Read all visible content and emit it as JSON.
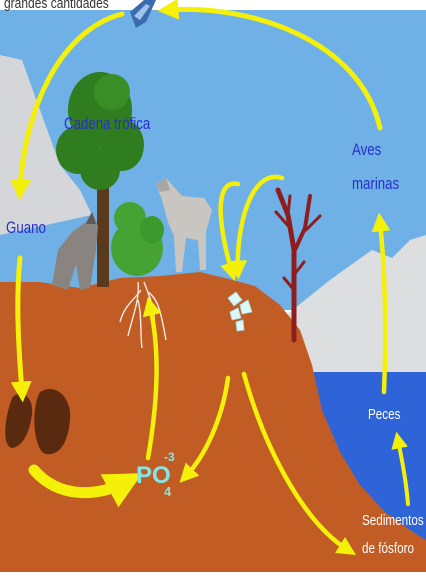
{
  "labels": {
    "top_cut": "grandes cantidades",
    "cadena_trofica": "Cadena trófica",
    "aves_line1": "Aves",
    "aves_line2": "marinas",
    "guano": "Guano",
    "peces": "Peces",
    "sedimentos_line1": "Sedimentos",
    "sedimentos_line2": "de fósforo",
    "phosphate_base": "PO",
    "phosphate_sup": "-3",
    "phosphate_sub": "4"
  },
  "colors": {
    "sky": "#6fb1e6",
    "cloud": "#d4d6d9",
    "soil": "#c15c24",
    "sea": "#2f64d8",
    "arrow": "#f5f00a",
    "label_blue": "#2a2fc7",
    "phosphate": "#7fe7e8"
  },
  "icons": [
    "wolf-icon",
    "horse-icon",
    "tree-icon",
    "bush-icon",
    "dead-tree-icon",
    "roots-icon",
    "guano-droppings-icon",
    "mineral-crystals-icon",
    "bird-wing-icon"
  ]
}
